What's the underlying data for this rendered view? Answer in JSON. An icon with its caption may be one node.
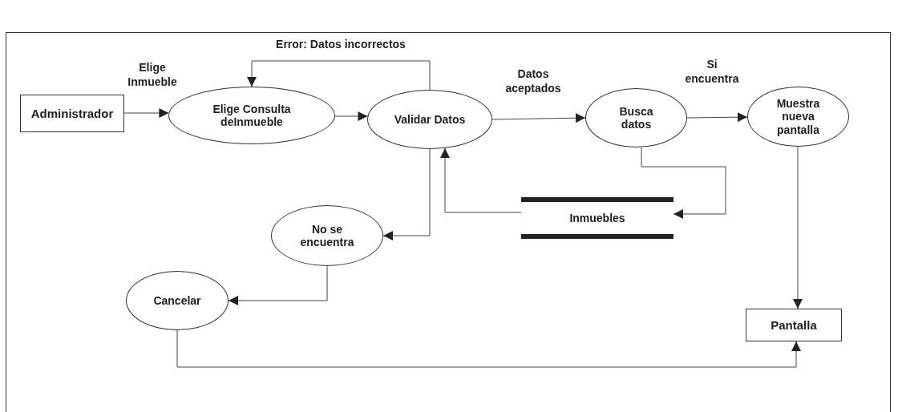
{
  "diagram": {
    "nodes": [
      {
        "text": [
          "Administrador"
        ]
      },
      {
        "text": [
          "Elige Consulta deInmueble"
        ]
      },
      {
        "text": [
          "Validar Datos"
        ]
      },
      {
        "text": [
          "Busca datos"
        ]
      },
      {
        "text": [
          "Muestra nueva pantalla"
        ]
      },
      {
        "text": [
          "Inmuebles"
        ]
      },
      {
        "text": [
          "No se encuentra"
        ]
      },
      {
        "text": [
          "Cancelar"
        ]
      },
      {
        "text": [
          "Pantalla"
        ]
      }
    ],
    "edges": [
      {
        "from": 0,
        "to": 1,
        "arrow": "to",
        "label": "Elige Inmueble"
      },
      {
        "from": 1,
        "to": 2,
        "arrow": "to"
      },
      {
        "from": 2,
        "to": 1,
        "arrow": "to",
        "label": "Error: Datos incorrectos"
      },
      {
        "from": 2,
        "to": 3,
        "arrow": "to",
        "label": "Datos aceptados"
      },
      {
        "from": 3,
        "to": 4,
        "arrow": "to",
        "label": "Si encuentra"
      },
      {
        "from": 3,
        "to": 5,
        "arrow": "to"
      },
      {
        "from": 5,
        "to": 2,
        "arrow": "to"
      },
      {
        "from": 2,
        "to": 6,
        "arrow": "to"
      },
      {
        "from": 6,
        "to": 7,
        "arrow": "to"
      },
      {
        "from": 4,
        "to": 8,
        "arrow": "to"
      },
      {
        "from": 7,
        "to": 8,
        "arrow": "to"
      }
    ]
  }
}
